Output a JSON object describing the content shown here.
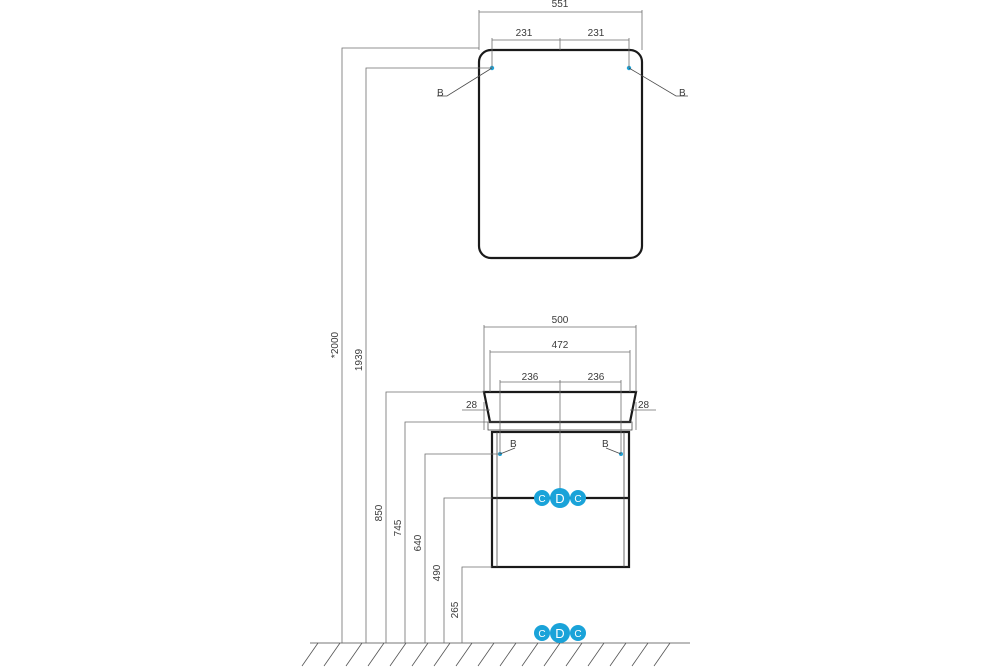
{
  "mirror": {
    "width": "551",
    "half_left": "231",
    "half_right": "231",
    "mount_left": "B",
    "mount_right": "B"
  },
  "vanity": {
    "top_width": "500",
    "basin_width": "472",
    "half_left": "236",
    "half_right": "236",
    "side_left": "28",
    "side_right": "28",
    "mount_left": "B",
    "mount_right": "B"
  },
  "heights": {
    "total": "*2000",
    "mirror_top": "1939",
    "top": "850",
    "basin": "745",
    "mount": "640",
    "drawer": "490",
    "bottom": "265"
  },
  "badges": {
    "left": "C",
    "center": "D",
    "right": "C",
    "color": "#1aa3d9"
  }
}
